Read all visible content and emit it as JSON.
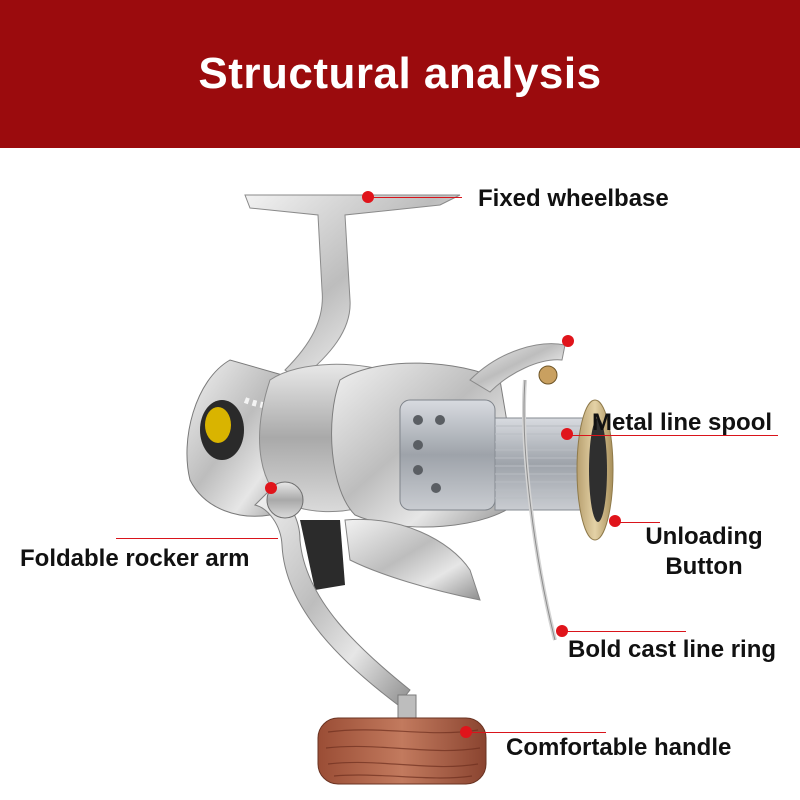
{
  "header": {
    "title": "Structural analysis"
  },
  "colors": {
    "banner": "#9b0b0d",
    "marker": "#e0141b",
    "text": "#111111"
  },
  "callouts": [
    {
      "label": "Fixed wheelbase"
    },
    {
      "label": "Metal line spool"
    },
    {
      "label": "Unloading\nButton"
    },
    {
      "label": "Foldable rocker arm"
    },
    {
      "label": "Bold cast line ring"
    },
    {
      "label": "Comfortable handle"
    }
  ]
}
